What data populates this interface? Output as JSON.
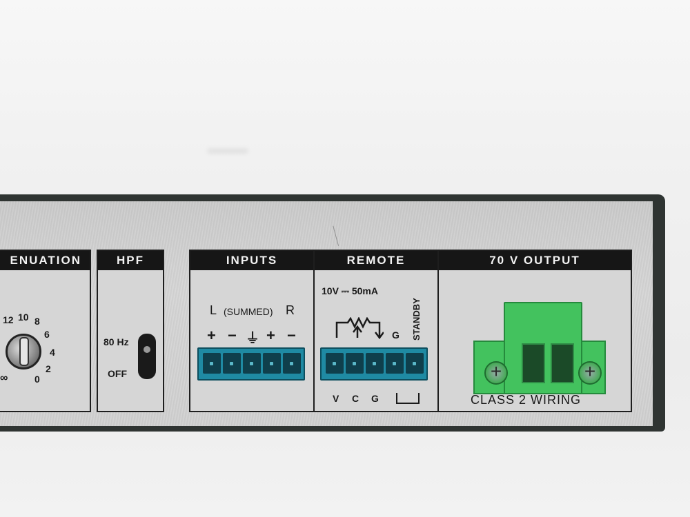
{
  "attenuation": {
    "header": "ENUATION",
    "scale": [
      "12",
      "10",
      "8",
      "6",
      "4",
      "2",
      "0",
      "∞"
    ]
  },
  "hpf": {
    "header": "HPF",
    "on_label": "80 Hz",
    "off_label": "OFF"
  },
  "inputs": {
    "header": "INPUTS",
    "channel_label_left": "L",
    "channel_label_mid": "(SUMMED)",
    "channel_label_right": "R",
    "pin_symbols": [
      "+",
      "−",
      "⏚",
      "+",
      "−"
    ]
  },
  "remote": {
    "header": "REMOTE",
    "rating": "10V ⎓ 50mA",
    "standby_label": "STANDBY",
    "g_top": "G",
    "pin_labels": [
      "V",
      "C",
      "G"
    ]
  },
  "output": {
    "header": "70 V  OUTPUT",
    "wiring_label": "CLASS 2 WIRING"
  },
  "colors": {
    "terminal_blue": "#1f8aa3",
    "plug_green": "#43c25e",
    "panel_gray": "#cfcfcf",
    "header_black": "#161616"
  }
}
